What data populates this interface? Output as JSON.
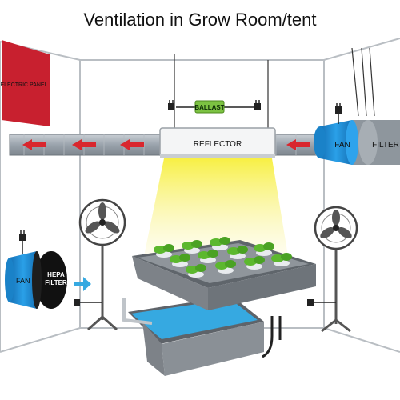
{
  "title": "Ventilation in Grow Room/tent",
  "labels": {
    "electric_panel": "ELECTRIC PANEL",
    "ballast": "BALLAST",
    "reflector": "REFLECTOR",
    "fan_top": "FAN",
    "filter_top": "FILTER",
    "fan_left": "FAN",
    "hepa_filter_line1": "HEPA",
    "hepa_filter_line2": "FILTER"
  },
  "colors": {
    "electric_panel": "#c8202f",
    "fan": "#1f8fd6",
    "duct": "#9aa3ac",
    "ballast": "#7cc242",
    "light": "#f7ef3a",
    "plants": "#5cb82e",
    "water": "#36a9e1",
    "tray": "#7d8288",
    "arrow": "#d9272e"
  }
}
